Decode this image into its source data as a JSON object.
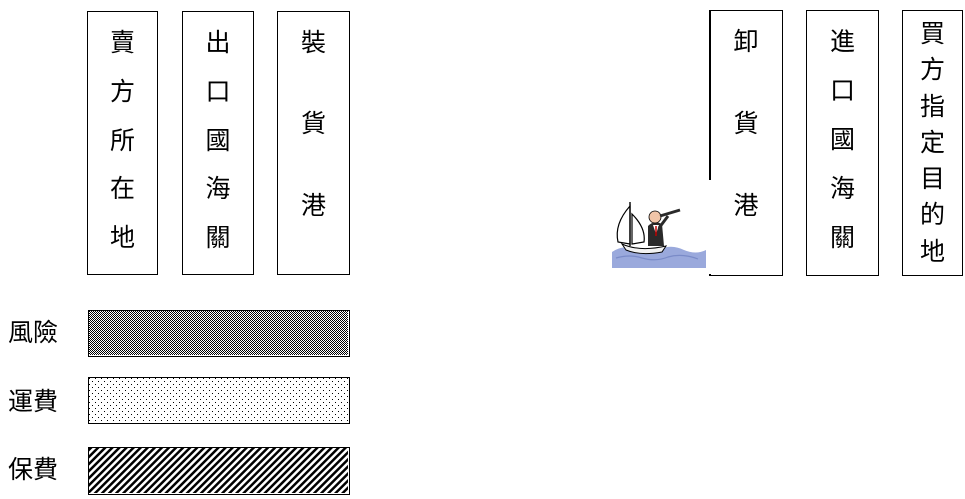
{
  "boxes": {
    "seller": [
      "賣",
      "方",
      "所",
      "在",
      "地"
    ],
    "export": [
      "出",
      "口",
      "國",
      "海",
      "關"
    ],
    "loading": [
      "裝",
      "貨",
      "港"
    ],
    "unloading": [
      "卸",
      "貨",
      "港"
    ],
    "import": [
      "進",
      "口",
      "國",
      "海",
      "關"
    ],
    "buyer": [
      "買",
      "方",
      "指",
      "定",
      "目",
      "的",
      "地"
    ]
  },
  "legend": {
    "risk": "風險",
    "freight": "運費",
    "insurance": "保費"
  },
  "colors": {
    "line": "#000000",
    "fill": "#ffffff",
    "pattern": "#000000",
    "sea": "#9aa9dc",
    "sail": "#ffffff"
  },
  "icons": {
    "ship": "ship-with-spyglass-person-icon"
  }
}
